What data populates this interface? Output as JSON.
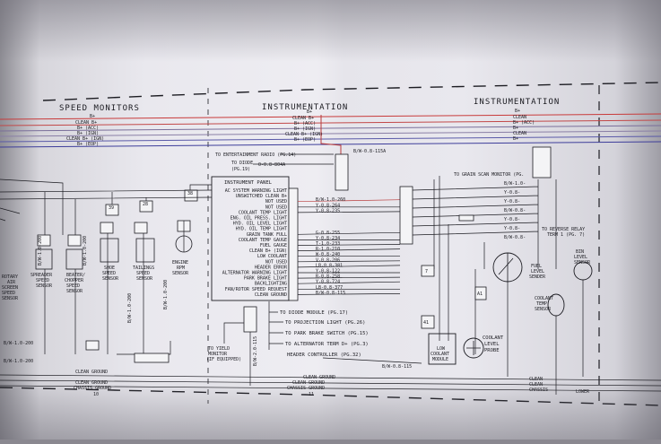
{
  "diagram": {
    "sections": {
      "speed_monitors": "SPEED MONITORS",
      "instrumentation": "INSTRUMENTATION",
      "instrumentation_right": "INSTRUMENTATION"
    },
    "power_bus": {
      "labels": [
        "B+",
        "CLEAN B+",
        "B+ (ACC)",
        "B+ (IGN)",
        "CLEAN B+ (IGN)",
        "B+ (EOP)"
      ],
      "colors": [
        "#c83a3a",
        "#c24848",
        "#7a6f9a",
        "#8a7fa6",
        "#5a5aa8",
        "#3d3d9a"
      ]
    },
    "top_links": {
      "entertainment_radio": "TO ENTERTAINMENT RADIO (PG.14)",
      "to_diode": "TO DIODE",
      "diode_page": "(PG.19)",
      "diode_wire": "O-0.8-804A",
      "riser_wire": "B/W-0.8-115A"
    },
    "instrument_panel": {
      "title": "INSTRUMENT PANEL",
      "pins": [
        {
          "label": "AC SYSTEM WARNING LIGHT",
          "wire": ""
        },
        {
          "label": "UNSWITCHED CLEAN B+",
          "wire": ""
        },
        {
          "label": "NOT USED",
          "wire": "B/W-1.0-260"
        },
        {
          "label": "NOT USED",
          "wire": "Y-0.8-264"
        },
        {
          "label": "COOLANT TEMP LIGHT",
          "wire": "Y-0.8-235"
        },
        {
          "label": "ENG. OIL PRESS. LIGHT",
          "wire": ""
        },
        {
          "label": "HYD. OIL LEVEL LIGHT",
          "wire": ""
        },
        {
          "label": "HYD. OIL TEMP LIGHT",
          "wire": ""
        },
        {
          "label": "GRAIN TANK FULL",
          "wire": "G-0.8-255"
        },
        {
          "label": "COOLANT TEMP GAUGE",
          "wire": "Y-0.8-234"
        },
        {
          "label": "FUEL GAUGE",
          "wire": "T-1.0-233"
        },
        {
          "label": "CLEAN B+ (IGN)",
          "wire": "R-1.0-210"
        },
        {
          "label": "LOW COOLANT",
          "wire": "W-0.8-240"
        },
        {
          "label": "NOT USED",
          "wire": "V-0.8-206"
        },
        {
          "label": "HEADER ERROR",
          "wire": "LB-0.8-381"
        },
        {
          "label": "ALTERNATOR WARNING LIGHT",
          "wire": "Y-0.8-122"
        },
        {
          "label": "PARK BRAKE LIGHT",
          "wire": "R-0.8-258"
        },
        {
          "label": "BACKLIGHTING",
          "wire": "Y-0.8-724"
        },
        {
          "label": "FAN/ROTOR SPEED REQUEST",
          "wire": "LB-0.8-377"
        },
        {
          "label": "CLEAN GROUND",
          "wire": "B/W-0.8-115"
        }
      ]
    },
    "destinations": [
      "TO DIODE MODULE (PG.17)",
      "TO PROJECTION LIGHT (PG.26)",
      "TO PARK BRAKE SWITCH (PG.15)",
      "TO ALTERNATOR TERM D+ (PG.3)",
      "HEADER CONTROLLER (PG.32)"
    ],
    "header_wire": "B/W-0.8-115",
    "yield_monitor": [
      "TO YIELD",
      "MONITOR",
      "(IF EQUIPPED)"
    ],
    "yield_wire": "B/W-2.0-115",
    "sensors": [
      [
        "ROTARY",
        "AIR",
        "SCREEN",
        "SPEED",
        "SENSOR"
      ],
      [
        "SPREADER",
        "SPEED",
        "SENSOR"
      ],
      [
        "BEATER/",
        "CHOPPER",
        "SPEED",
        "SENSOR"
      ],
      [
        "SHOE",
        "SPEED",
        "SENSOR"
      ],
      [
        "TAILINGS",
        "SPEED",
        "SENSOR"
      ],
      [
        "ENGINE",
        "RPM",
        "SENSOR"
      ]
    ],
    "sensor_wires": [
      "B/W-1.0-200",
      "B/W-1.0-200",
      "B/W-1.0-200",
      "B/W-1.0-200"
    ],
    "connector_ids": [
      "39",
      "28",
      "38",
      "7",
      "A1",
      "41"
    ],
    "grounds": {
      "left": [
        "CLEAN GROUND",
        "CLEAN GROUND",
        "CHASSIS GROUND",
        "10"
      ],
      "right": [
        "CLEAN GROUND",
        "CLEAN GROUND",
        "CHASSIS GROUND",
        "11"
      ],
      "far_right": [
        "CLEAN",
        "CLEAN",
        "CHASSIS"
      ],
      "bottom_wires": [
        "B/W-1.0-200",
        "B/W-1.0-200"
      ]
    },
    "right_side": {
      "grain_scan": "TO GRAIN SCAN MONITOR (PG.",
      "bus_labels": [
        "B+",
        "CLEAN",
        "B+ (ACC)",
        "B+",
        "CLEAN",
        "B+"
      ],
      "wires": [
        "B/W-1.0-",
        "Y-0.8-",
        "Y-0.8-",
        "B/W-0.8-",
        "Y-0.8-",
        "Y-0.8-",
        "B/W-0.8-"
      ],
      "reverse_relay": [
        "TO REVERSE RELAY",
        "TERM 1 (PG. 7)"
      ],
      "low_coolant_module": [
        "LOW",
        "COOLANT",
        "MODULE"
      ],
      "coolant_probe": [
        "COOLANT",
        "LEVEL",
        "PROBE"
      ],
      "coolant_temp_sensor": [
        "COOLANT",
        "TEMP",
        "SENSOR"
      ],
      "level_sensor": [
        "BIN",
        "LEVEL",
        "SENSOR"
      ],
      "fuel_level": [
        "FUEL",
        "LEVEL"
      ],
      "sender": [
        "SENDER"
      ],
      "lower": "LOWER"
    }
  }
}
